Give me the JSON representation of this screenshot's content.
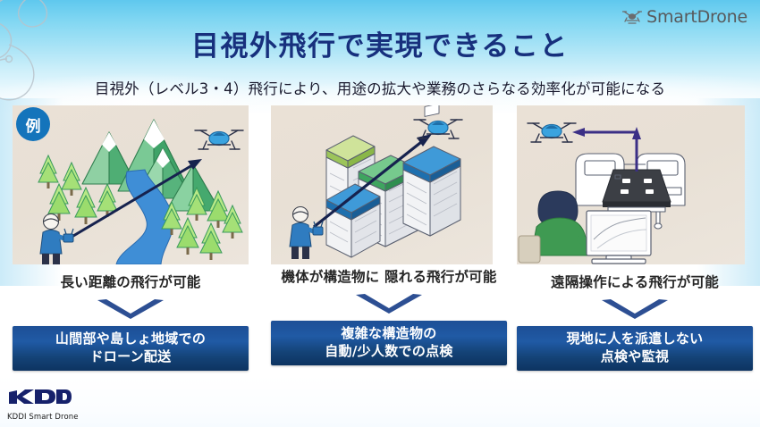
{
  "brand": {
    "logo_icon": "drone-icon",
    "name": "SmartDrone",
    "color": "#58595b"
  },
  "header": {
    "title": "目視外飛行で実現できること",
    "title_color": "#17307d",
    "subtitle": "目視外（レベル3・4）飛行により、用途の拡大や業務のさらなる効率化が可能になる"
  },
  "badge": {
    "label": "例",
    "color": "#1474bb"
  },
  "columns": [
    {
      "illustration": "mountain-river-forest-drone-illustration",
      "caption": "長い距離の飛行が可能",
      "chevron_icon": "chevron-down-icon",
      "result_line1": "山間部や島しょ地域での",
      "result_line2": "ドローン配送"
    },
    {
      "illustration": "city-buildings-drone-illustration",
      "caption_line1": "機体が構造物に",
      "caption_line2": "隠れる飛行が可能",
      "chevron_icon": "chevron-down-icon",
      "result_line1": "複雑な構造物の",
      "result_line2": "自動/少人数での点検"
    },
    {
      "illustration": "remote-operator-drone-port-illustration",
      "caption": "遠隔操作による飛行が可能",
      "chevron_icon": "chevron-down-icon",
      "result_line1": "現地に人を派遣しない",
      "result_line2": "点検や監視"
    }
  ],
  "footer": {
    "logo_text": "KDDI",
    "logo_sub": "KDDI Smart Drone",
    "logo_color": "#16216b"
  },
  "theme": {
    "sky_top": "#5fc8ee",
    "panel_bg": "#eae1d6",
    "box_blue": "#1d4f96",
    "chevron_color": "#2d4f93",
    "arrow_navy": "#14224f"
  }
}
